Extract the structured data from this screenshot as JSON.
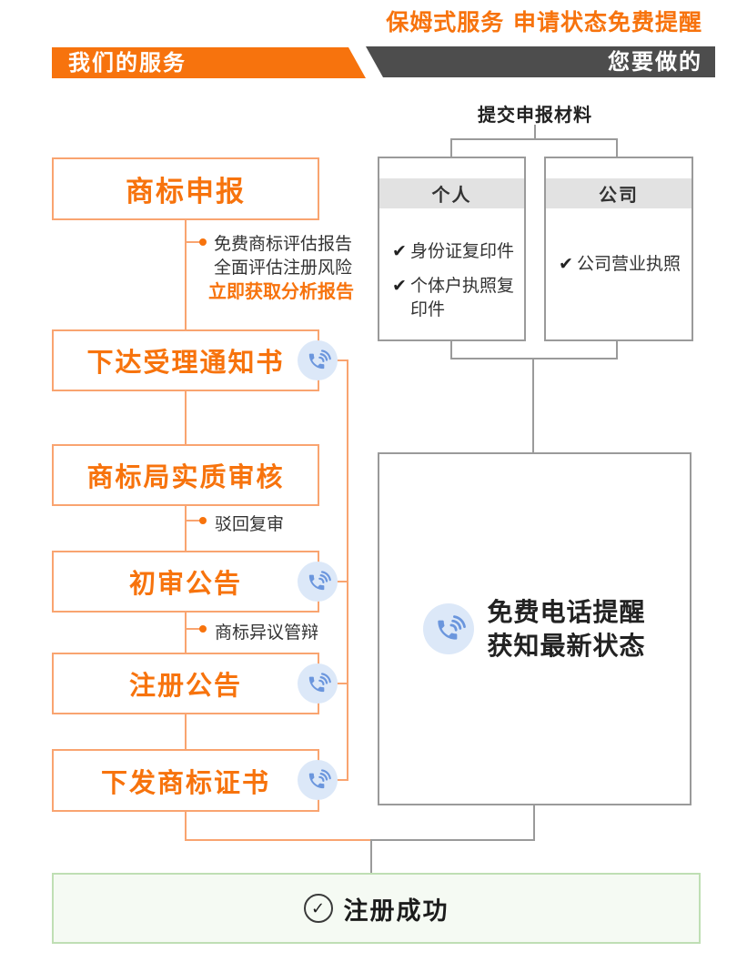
{
  "banner": {
    "text": "保姆式服务 申请状态免费提醒"
  },
  "header": {
    "left_tab": "我们的服务",
    "right_tab": "您要做的"
  },
  "flow": {
    "steps": [
      {
        "label": "商标申报"
      },
      {
        "label": "下达受理通知书"
      },
      {
        "label": "商标局实质审核"
      },
      {
        "label": "初审公告"
      },
      {
        "label": "注册公告"
      },
      {
        "label": "下发商标证书"
      }
    ],
    "note_after_step1": {
      "line1": "免费商标评估报告",
      "line2": "全面评估注册风险",
      "cta": "立即获取分析报告"
    },
    "note_after_step3": "驳回复审",
    "note_after_step4": "商标异议管辩"
  },
  "materials": {
    "title": "提交申报材料",
    "check_glyph": "✔",
    "personal": {
      "header": "个人",
      "items": [
        "身份证复印件",
        "个体户执照复印件"
      ]
    },
    "company": {
      "header": "公司",
      "items": [
        "公司营业执照"
      ]
    }
  },
  "phone_reminder": {
    "line1": "免费电话提醒",
    "line2": "获知最新状态"
  },
  "success": {
    "check_glyph": "✓",
    "label": "注册成功"
  },
  "colors": {
    "accent_orange": "#f7730d",
    "light_orange_border": "#f9a470",
    "dark_bar_gray": "#4d4d4d",
    "connector_gray": "#9a9a9a",
    "band_gray": "#e2e2e2",
    "green_border": "#bfdfb4",
    "green_bg": "#f5faf3",
    "phone_blue": "#6b96dd",
    "phone_circle_bg": "#dce8f8"
  }
}
